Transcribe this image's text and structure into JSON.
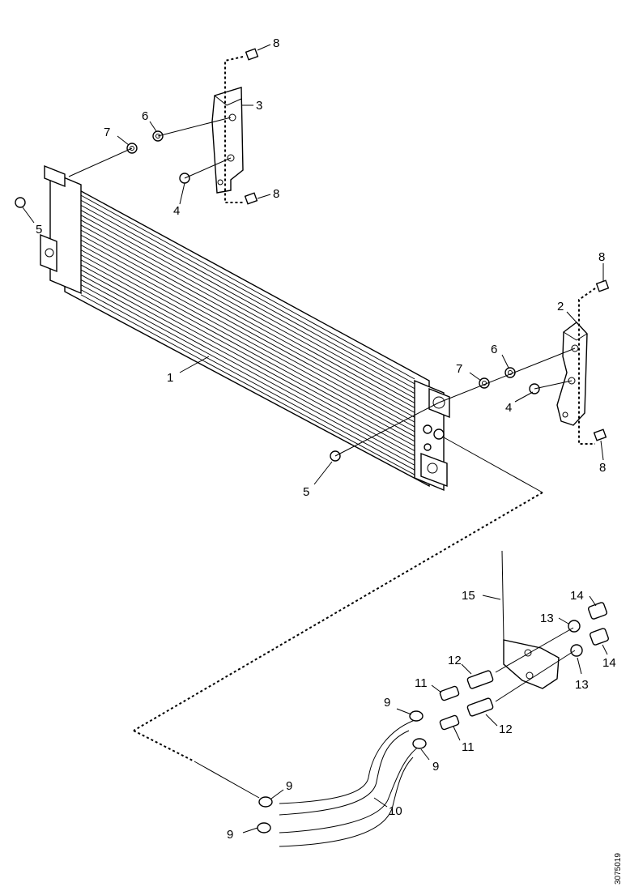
{
  "callouts": [
    "1",
    "2",
    "3",
    "4",
    "4",
    "5",
    "5",
    "6",
    "6",
    "7",
    "7",
    "8",
    "8",
    "8",
    "8",
    "9",
    "9",
    "9",
    "9",
    "10",
    "11",
    "11",
    "12",
    "12",
    "13",
    "13",
    "14",
    "14",
    "15"
  ],
  "drawing_code": "3075019"
}
